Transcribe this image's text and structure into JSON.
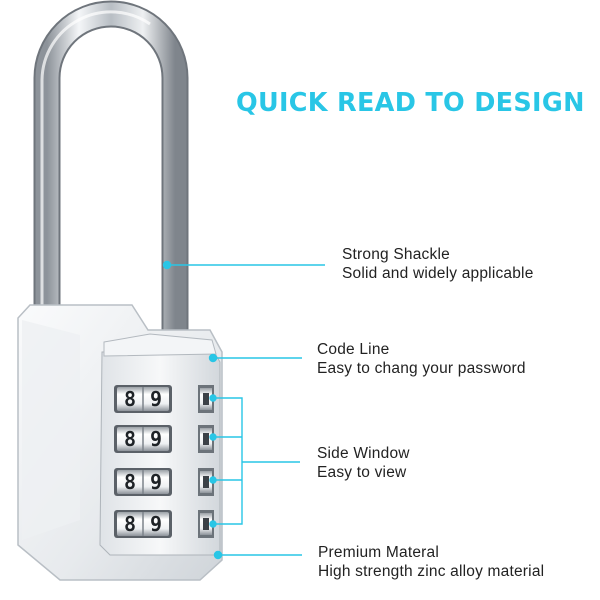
{
  "headline": "QUICK READ TO DESIGN",
  "features": [
    {
      "title": "Strong Shackle",
      "desc": "Solid and widely applicable"
    },
    {
      "title": "Code Line",
      "desc": "Easy to chang your password"
    },
    {
      "title": "Side Window",
      "desc": "Easy to view"
    },
    {
      "title": "Premium Materal",
      "desc": "High strength zinc alloy material"
    }
  ],
  "dials": [
    {
      "left": "8",
      "right": "9"
    },
    {
      "left": "8",
      "right": "9"
    },
    {
      "left": "8",
      "right": "9"
    },
    {
      "left": "8",
      "right": "9"
    }
  ],
  "colors": {
    "accent": "#29c6e6",
    "text": "#222222",
    "body": "#e6e9ec",
    "shackle": "#c9ced3"
  }
}
